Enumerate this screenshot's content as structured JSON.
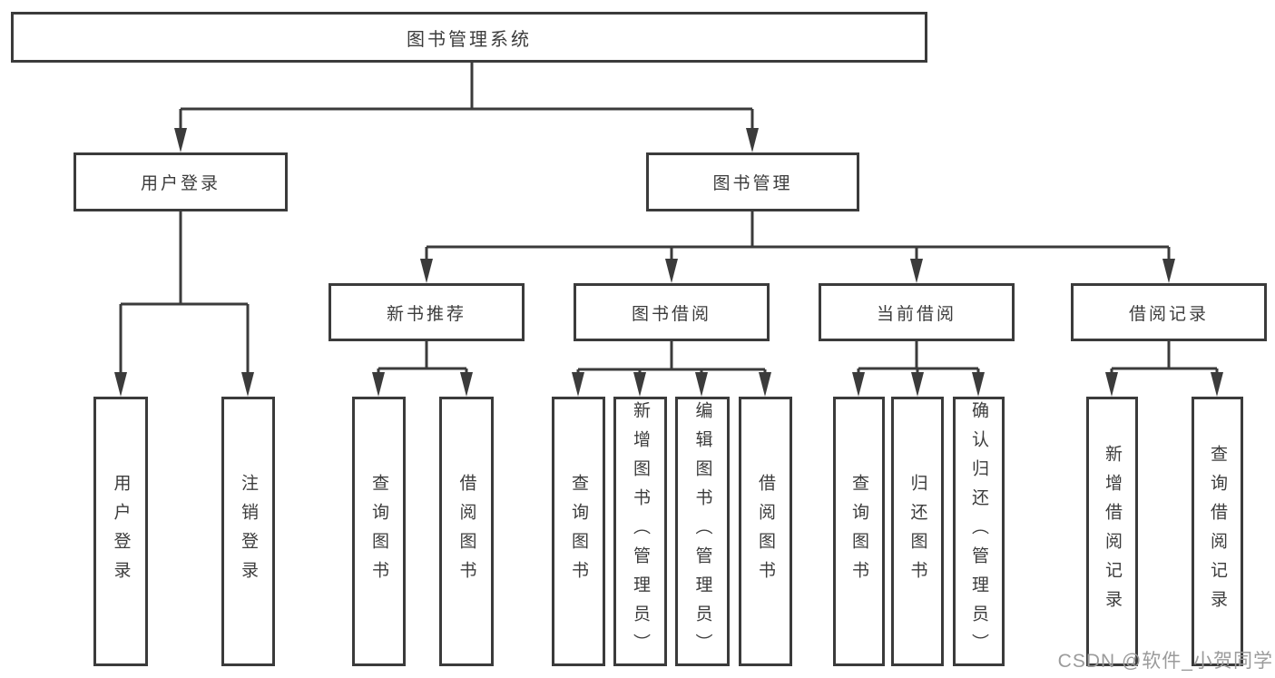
{
  "diagram": {
    "root": "图书管理系统",
    "level2": [
      "用户登录",
      "图书管理"
    ],
    "level3": [
      "新书推荐",
      "图书借阅",
      "当前借阅",
      "借阅记录"
    ],
    "leaves": {
      "user_login": [
        "用户登录",
        "注销登录"
      ],
      "new_book_recommend": [
        "查询图书",
        "借阅图书"
      ],
      "book_borrow": [
        "查询图书",
        "新增图书（管理员）",
        "编辑图书（管理员）",
        "借阅图书"
      ],
      "current_borrow": [
        "查询图书",
        "归还图书",
        "确认归还（管理员）"
      ],
      "borrow_records": [
        "新增借阅记录",
        "查询借阅记录"
      ]
    }
  },
  "watermark": "CSDN @软件_小贺同学",
  "colors": {
    "line": "#3b3b3b",
    "box_border": "#3b3b3b",
    "text": "#3c3c3c",
    "watermark_text": "#9b9b9b",
    "background": "#ffffff"
  }
}
